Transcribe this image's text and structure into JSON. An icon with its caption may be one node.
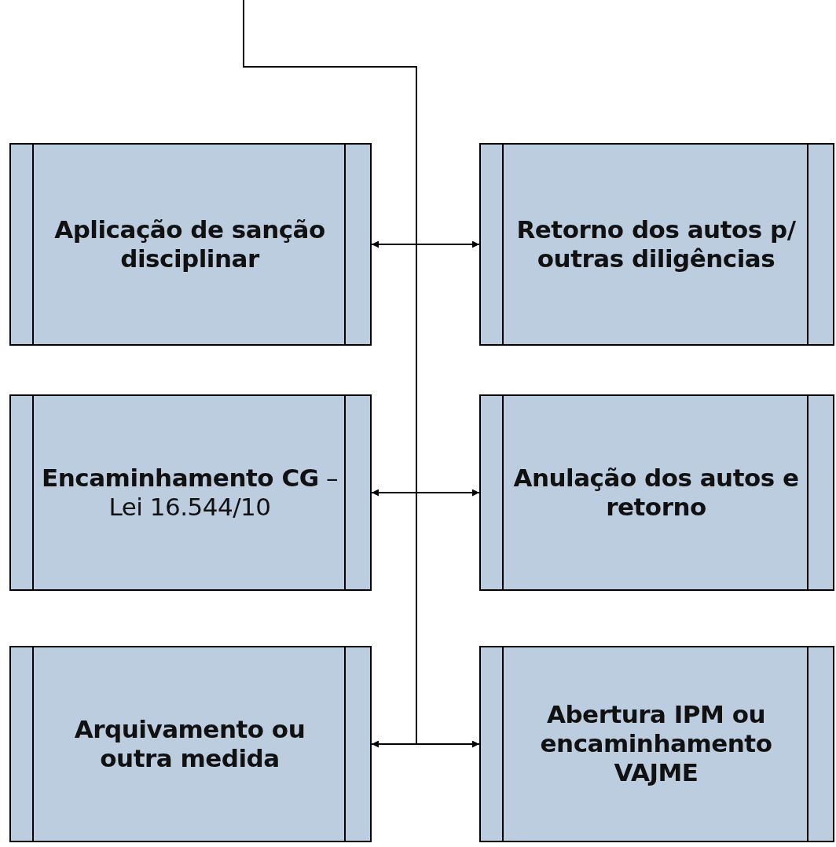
{
  "diagram": {
    "nodes": [
      {
        "text": [
          "Aplicação de sanção disciplinar"
        ]
      },
      {
        "text": [
          "Retorno dos autos p/ outras diligências"
        ]
      },
      {
        "text": [
          "**Encaminhamento CG** – Lei 16.544/10"
        ]
      },
      {
        "text": [
          "Anulação dos autos e retorno"
        ]
      },
      {
        "text": [
          "Arquivamento ou outra medida"
        ]
      },
      {
        "text": [
          "Abertura IPM ou encaminhamento VAJME"
        ]
      }
    ],
    "edges": [
      {
        "from": null,
        "to": 0,
        "arrow": "to"
      },
      {
        "from": null,
        "to": 1,
        "arrow": "to"
      },
      {
        "from": null,
        "to": 2,
        "arrow": "to"
      },
      {
        "from": null,
        "to": 3,
        "arrow": "to"
      },
      {
        "from": null,
        "to": 4,
        "arrow": "to"
      },
      {
        "from": null,
        "to": 5,
        "arrow": "to"
      }
    ]
  }
}
